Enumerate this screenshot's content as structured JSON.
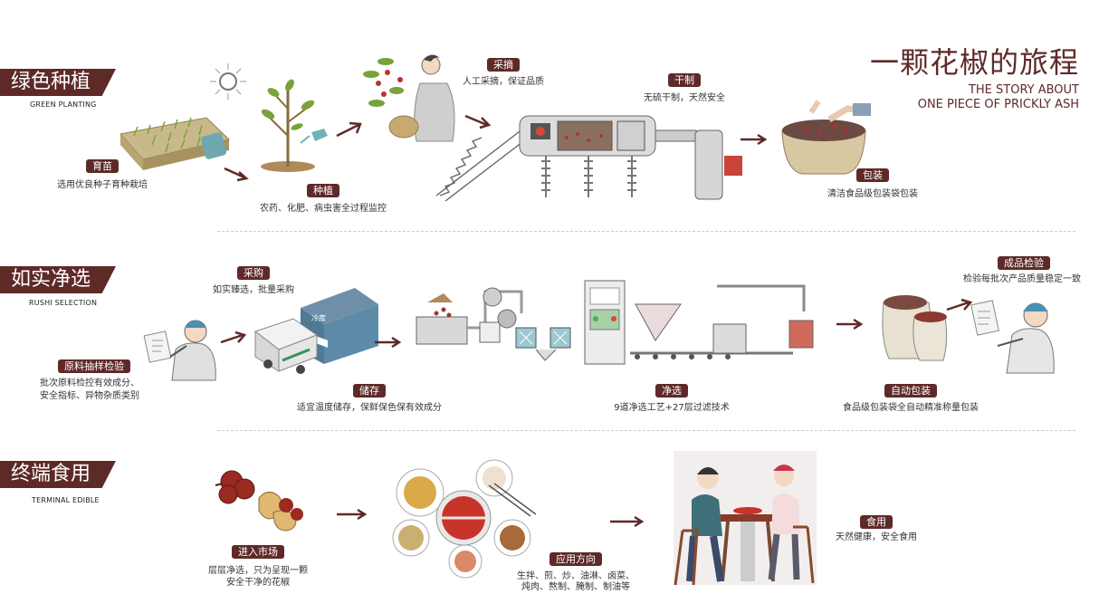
{
  "title": {
    "cn": "一颗花椒的旅程",
    "en_line1": "THE STORY ABOUT",
    "en_line2": "ONE PIECE OF PRICKLY ASH"
  },
  "sections": [
    {
      "title": "绿色种植",
      "subtitle": "GREEN PLANTING"
    },
    {
      "title": "如实净选",
      "subtitle": "RUSHI SELECTION"
    },
    {
      "title": "终端食用",
      "subtitle": "TERMINAL EDIBLE"
    }
  ],
  "steps": {
    "yumiao": {
      "label": "育苗",
      "desc": "选用优良种子育种栽培"
    },
    "zhongzhi": {
      "label": "种植",
      "desc": "农药、化肥、病虫害全过程监控"
    },
    "caizhai": {
      "label": "采摘",
      "desc": "人工采摘，保证品质"
    },
    "ganzhi": {
      "label": "干制",
      "desc": "无硫干制，天然安全"
    },
    "baozhuang": {
      "label": "包装",
      "desc": "清洁食品级包装袋包装"
    },
    "chouyang": {
      "label": "原料抽样检验",
      "desc1": "批次原料检控有效成分、",
      "desc2": "安全指标、异物杂质类别"
    },
    "caigou": {
      "label": "采购",
      "desc": "如实臻选，批量采购"
    },
    "chucun": {
      "label": "储存",
      "desc": "适宜温度储存，保鲜保色保有效成分"
    },
    "jingxuan": {
      "label": "净选",
      "desc": "9道净选工艺+27层过滤技术"
    },
    "zidong": {
      "label": "自动包装",
      "desc": "食品级包装袋全自动精准称量包装"
    },
    "chengpin": {
      "label": "成品检验",
      "desc": "检验每批次产品质量稳定一致"
    },
    "shichang": {
      "label": "进入市场",
      "desc1": "层层净选，只为呈现一颗",
      "desc2": "安全干净的花椒"
    },
    "yingyong": {
      "label": "应用方向",
      "desc1": "生拌、煎、炒、油淋、卤菜、",
      "desc2": "炖肉、熬制、腌制、制油等"
    },
    "shiyong": {
      "label": "食用",
      "desc": "天然健康，安全食用"
    }
  },
  "warehouse_sign": "冷库",
  "colors": {
    "brand": "#5e2a28",
    "pepper": "#8b2a22",
    "leaf": "#7aa23a",
    "steel": "#b8b8b8"
  }
}
